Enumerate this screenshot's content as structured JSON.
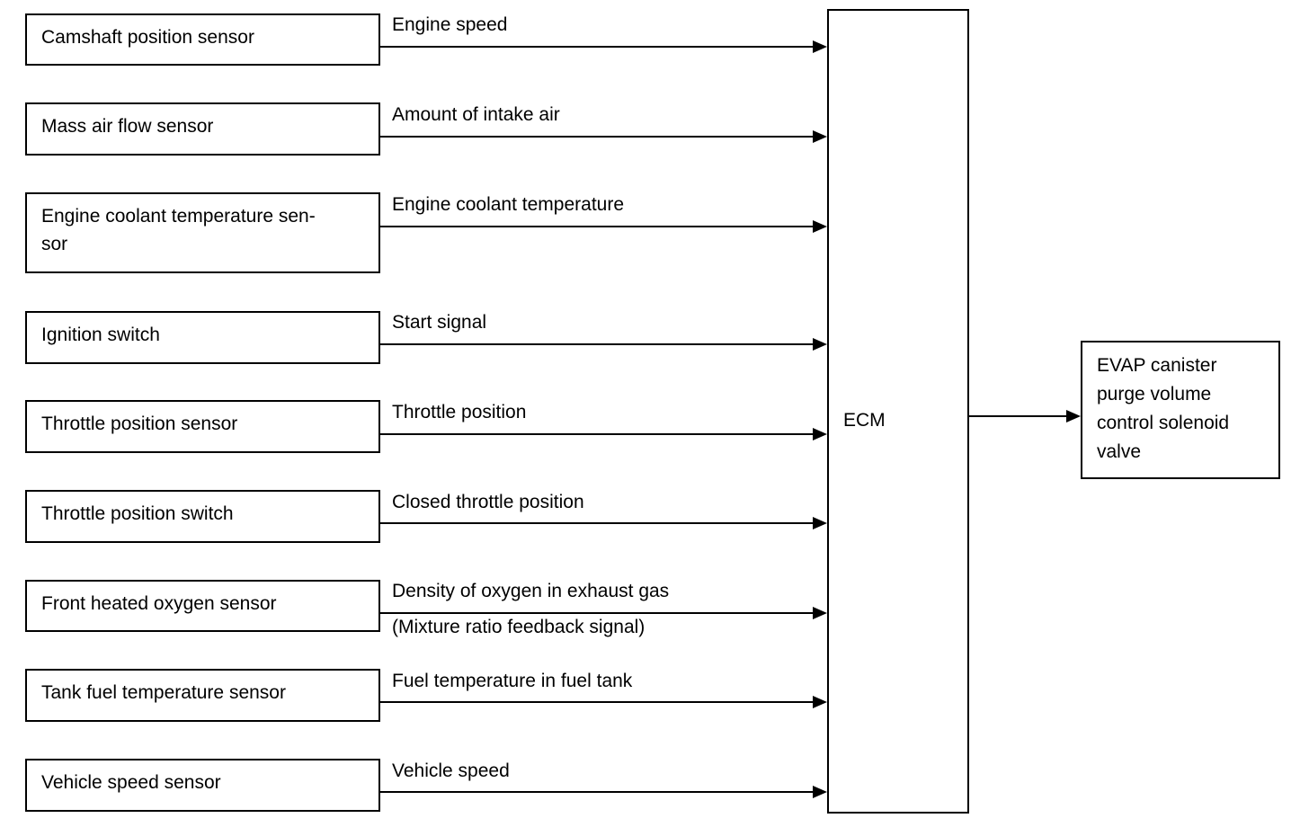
{
  "sensors": [
    {
      "label": "Camshaft position sensor",
      "signal": "Engine speed"
    },
    {
      "label": "Mass air flow sensor",
      "signal": "Amount of intake air"
    },
    {
      "label": "Engine coolant temperature sen-\nsor",
      "signal": "Engine coolant temperature"
    },
    {
      "label": "Ignition switch",
      "signal": "Start signal"
    },
    {
      "label": "Throttle position sensor",
      "signal": "Throttle position"
    },
    {
      "label": "Throttle position switch",
      "signal": "Closed throttle position"
    },
    {
      "label": "Front heated oxygen sensor",
      "signal": "Density of oxygen in exhaust gas",
      "signal_note": "(Mixture ratio feedback signal)"
    },
    {
      "label": "Tank fuel temperature sensor",
      "signal": "Fuel temperature in fuel tank"
    },
    {
      "label": "Vehicle speed sensor",
      "signal": "Vehicle speed"
    }
  ],
  "ecm": {
    "label": "ECM"
  },
  "actuator": {
    "label": "EVAP canister\npurge volume\ncontrol solenoid\nvalve"
  }
}
